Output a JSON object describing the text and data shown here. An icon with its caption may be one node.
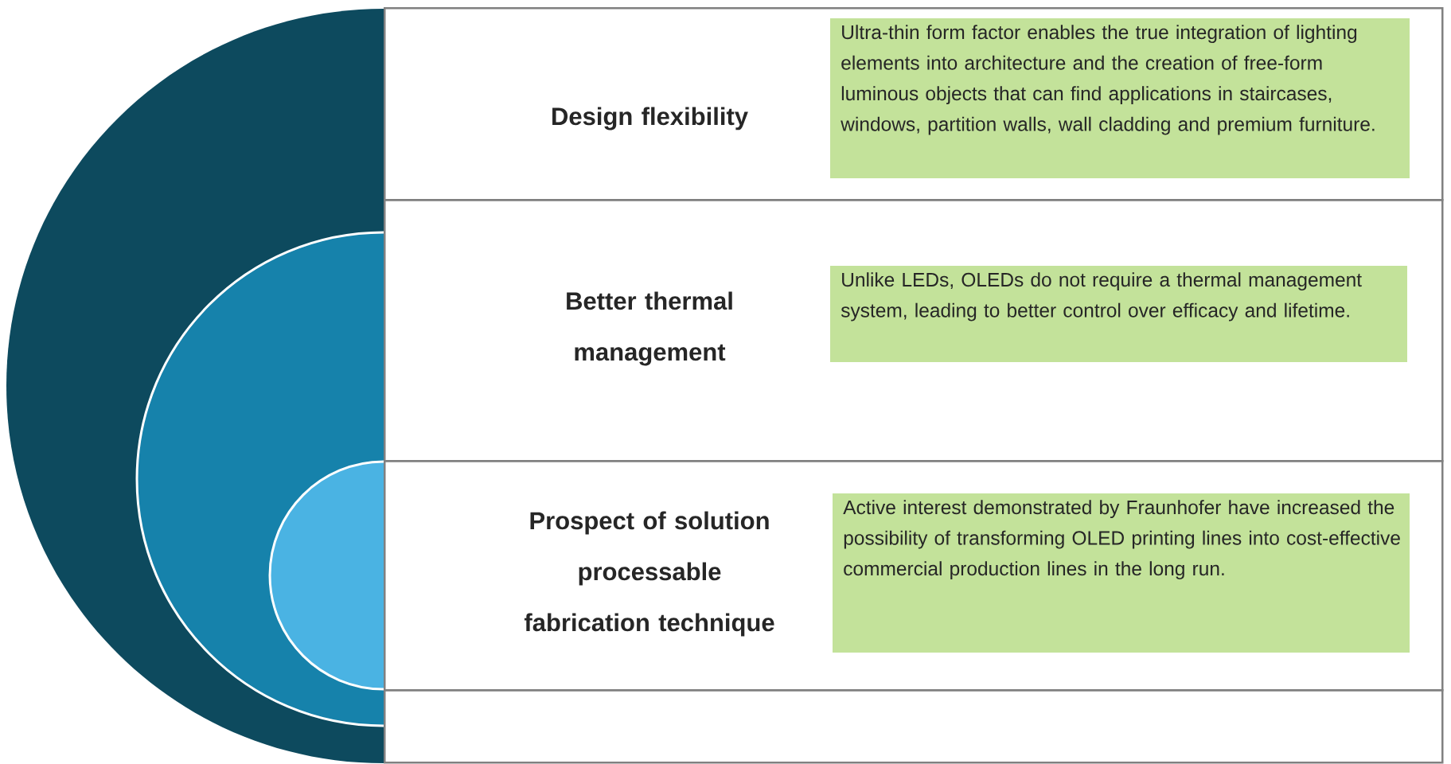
{
  "diagram": {
    "nodes": [
      {
        "text": [
          "Design flexibility"
        ]
      },
      {
        "text": [
          "Ultra-thin form factor enables the true integration of lighting elements into architecture and the creation of free-form luminous objects that can find applications in staircases, windows, partition walls, wall cladding and premium furniture."
        ],
        "in": 0
      },
      {
        "text": [
          "Better thermal management"
        ]
      },
      {
        "text": [
          "Unlike LEDs, OLEDs do not require a thermal management system, leading to better control over efficacy and lifetime."
        ],
        "in": 2
      },
      {
        "text": [
          "Prospect of solution processable fabrication technique"
        ]
      },
      {
        "text": [
          "Active interest demonstrated by Fraunhofer have increased the possibility of transforming OLED printing lines into cost-effective commercial production lines in the long run."
        ],
        "in": 4
      },
      {
        "text": [],
        "shape": "box"
      }
    ]
  }
}
